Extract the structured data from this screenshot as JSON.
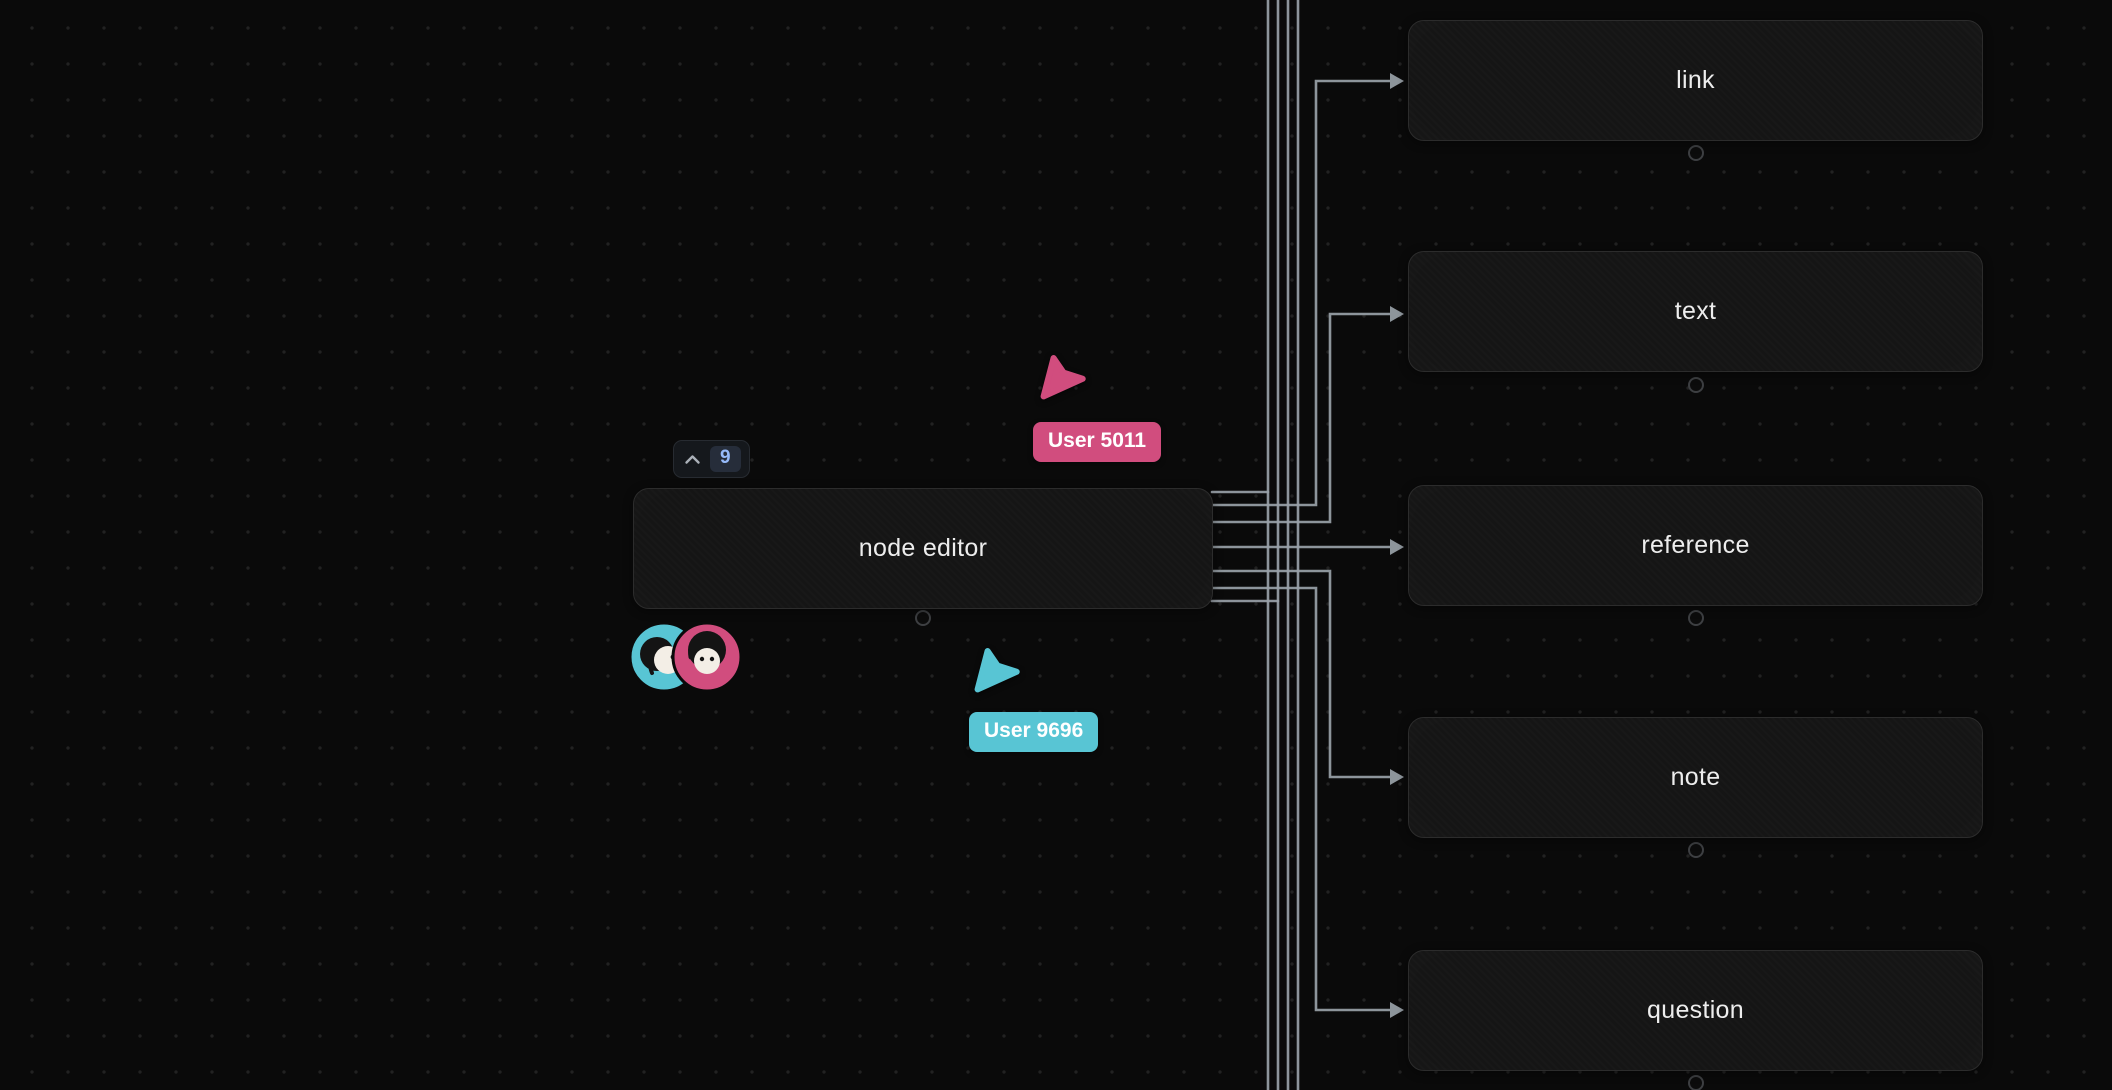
{
  "canvas": {
    "background_color": "#0a0a0a",
    "grid_dot_color": "#222222",
    "edge_color": "#99a1a8"
  },
  "main_node": {
    "label": "node editor"
  },
  "target_nodes": [
    {
      "label": "link"
    },
    {
      "label": "text"
    },
    {
      "label": "reference"
    },
    {
      "label": "note"
    },
    {
      "label": "question"
    }
  ],
  "collapse_badge": {
    "count": "9",
    "icon": "chevron-up-icon"
  },
  "presence": {
    "cursors": [
      {
        "user_label": "User 5011",
        "color": "#d14d7e"
      },
      {
        "user_label": "User 9696",
        "color": "#58c5d4"
      }
    ],
    "avatars": [
      {
        "name": "teal-user-avatar",
        "color": "#58c5d4"
      },
      {
        "name": "pink-user-avatar",
        "color": "#d14d7e"
      }
    ]
  }
}
